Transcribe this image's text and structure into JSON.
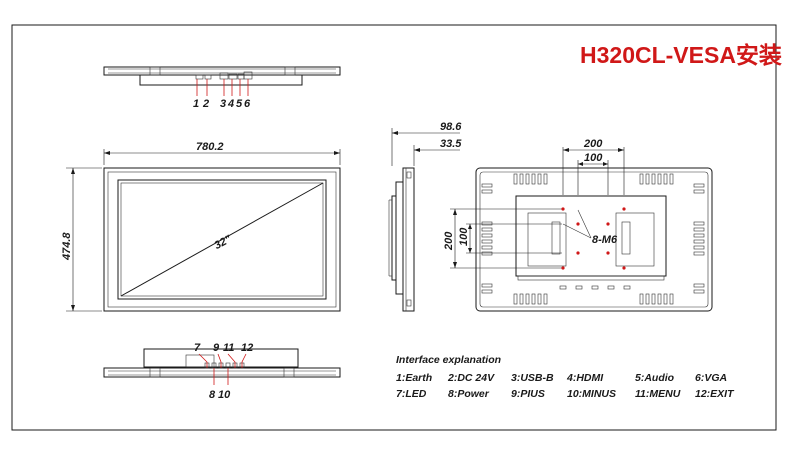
{
  "title": "H320CL-VESA安装",
  "dimensions": {
    "width": "780.2",
    "height": "474.8",
    "diagonal": "32\"",
    "depth_total": "98.6",
    "depth_body": "33.5",
    "vesa_outer": "200",
    "vesa_inner": "100",
    "vesa_outer_v": "200",
    "vesa_inner_v": "100",
    "screw": "8-M6"
  },
  "top_port_numbers": [
    "1",
    "2",
    "3",
    "4",
    "5",
    "6"
  ],
  "bottom_port_numbers_top": [
    "7",
    "9",
    "11",
    "12"
  ],
  "bottom_port_numbers_bottom": [
    "8",
    "10"
  ],
  "interface": {
    "heading": "Interface explanation",
    "row1": [
      "1:Earth",
      "2:DC 24V",
      "3:USB-B",
      "4:HDMI",
      "5:Audio",
      "6:VGA"
    ],
    "row2": [
      "7:LED",
      "8:Power",
      "9:PIUS",
      "10:MINUS",
      "11:MENU",
      "12:EXIT"
    ]
  }
}
